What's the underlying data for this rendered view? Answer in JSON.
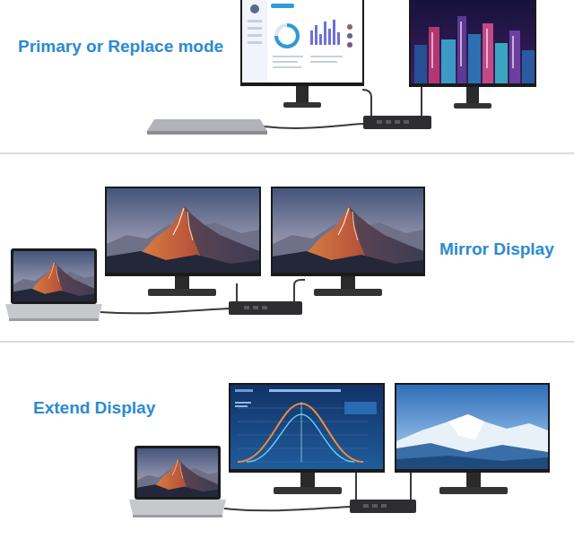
{
  "diagram": {
    "labels": [
      "Primary or Replace mode",
      "Mirror Display",
      "Extend Display"
    ]
  }
}
